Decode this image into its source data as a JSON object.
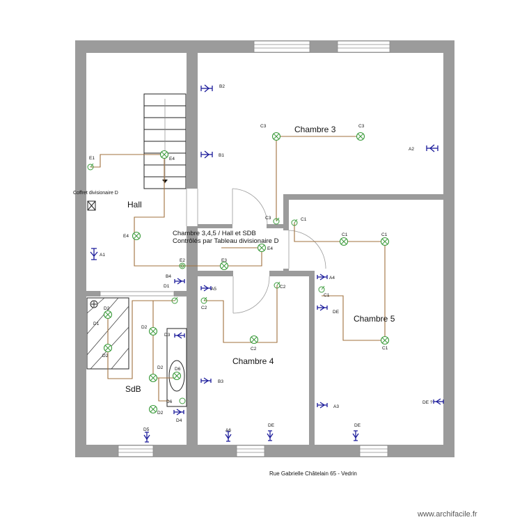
{
  "rooms": {
    "chambre3": "Chambre 3",
    "hall": "Hall",
    "chambre4": "Chambre 4",
    "chambre5": "Chambre 5",
    "sdb": "SdB"
  },
  "notes": {
    "controle_line1": "Chambre 3,4,5 / Hall et SDB",
    "controle_line2": "Contrôlés par Tableau divisionaire D",
    "coffret": "Coffret divisionaire D",
    "address": "Rue Gabrielle Châtelain 65 - Vedrin",
    "watermark": "www.archifacile.fr"
  },
  "labels": {
    "B2": "B2",
    "B1": "B1",
    "B3": "B3",
    "B4": "B4",
    "A1": "A1",
    "A2": "A2",
    "A3": "A3",
    "A4": "A4",
    "A5": "A5",
    "A6": "A6",
    "C1": "C1",
    "C2": "C2",
    "C3": "C3",
    "D1": "D1",
    "D2": "D2",
    "D3": "D3",
    "D4": "D4",
    "D5": "D5",
    "D6": "D6",
    "DE": "DE",
    "DE_q": "DE ?",
    "E1": "E1",
    "E2": "E2",
    "E3": "E3",
    "E4": "E4"
  }
}
